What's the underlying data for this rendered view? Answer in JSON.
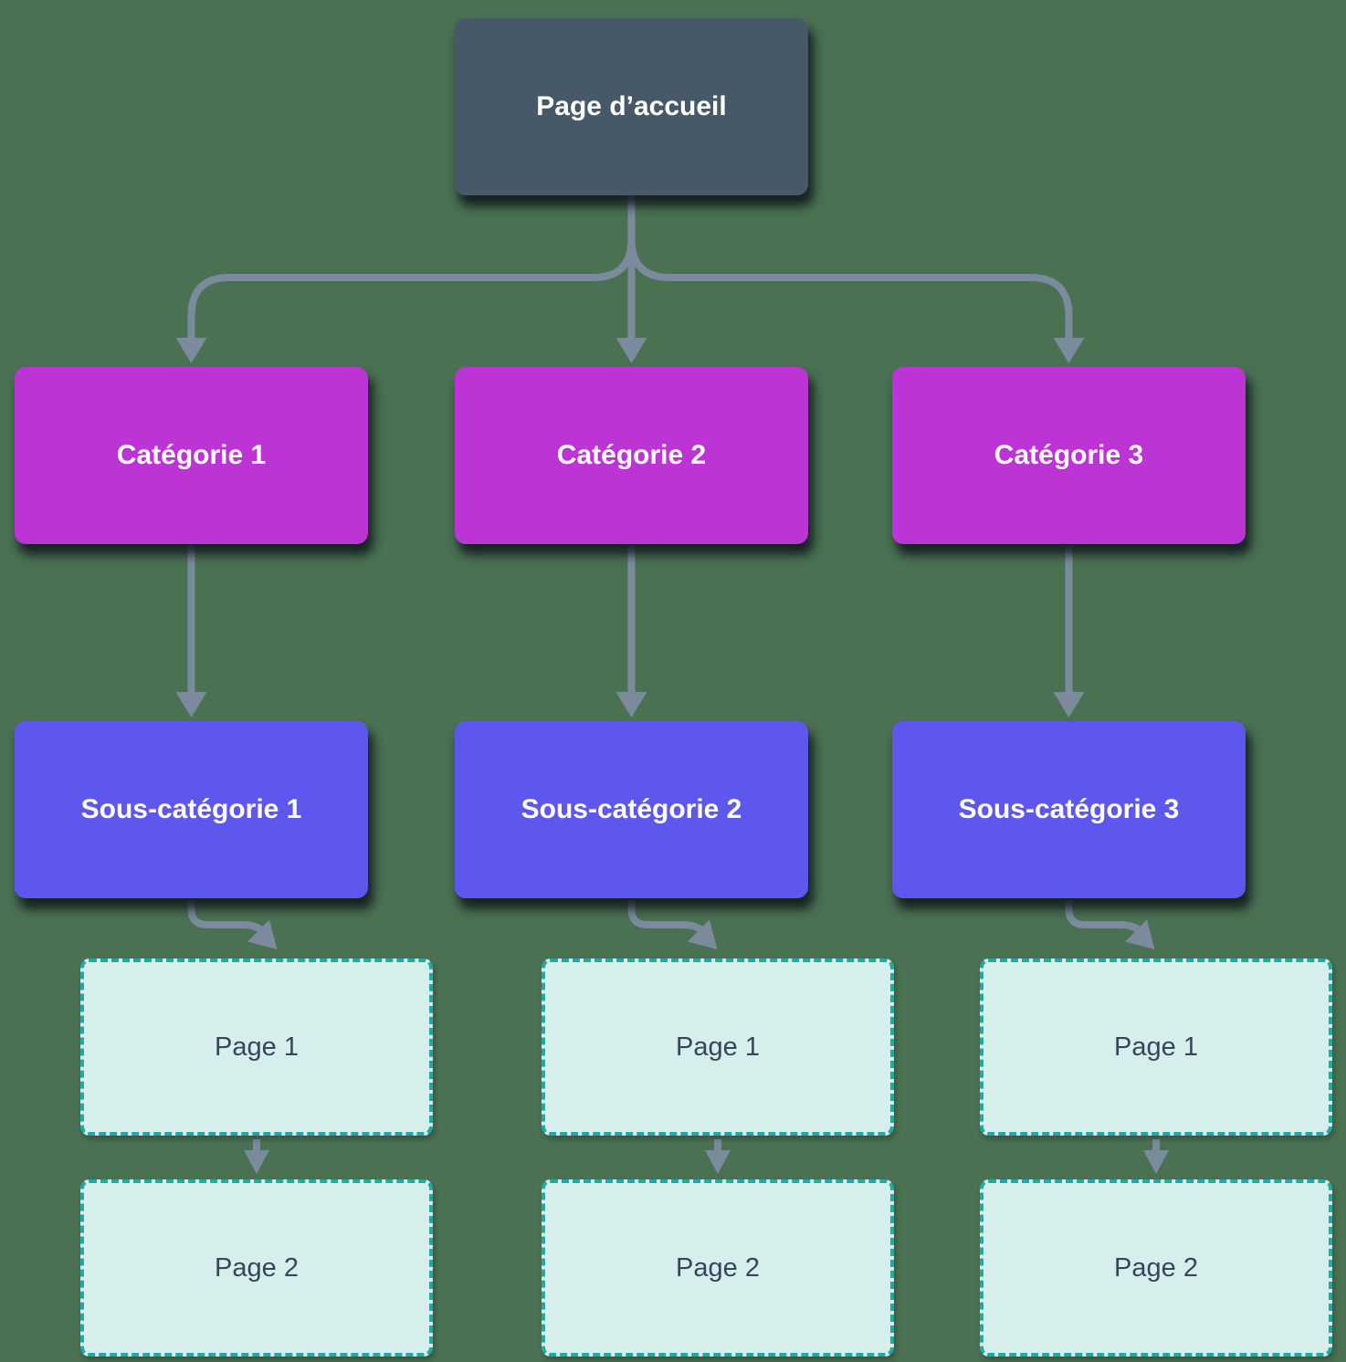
{
  "home": {
    "label": "Page d’accueil"
  },
  "columns": [
    {
      "category": {
        "label": "Catégorie 1"
      },
      "subcategory": {
        "label": "Sous-catégorie 1"
      },
      "pages": [
        {
          "label": "Page 1"
        },
        {
          "label": "Page 2"
        }
      ]
    },
    {
      "category": {
        "label": "Catégorie 2"
      },
      "subcategory": {
        "label": "Sous-catégorie 2"
      },
      "pages": [
        {
          "label": "Page 1"
        },
        {
          "label": "Page 2"
        }
      ]
    },
    {
      "category": {
        "label": "Catégorie 3"
      },
      "subcategory": {
        "label": "Sous-catégorie 3"
      },
      "pages": [
        {
          "label": "Page 1"
        },
        {
          "label": "Page 2"
        }
      ]
    }
  ],
  "colors": {
    "background": "#4a7152",
    "home_fill": "#475868",
    "category_fill": "#bc34d3",
    "subcategory_fill": "#5e57ee",
    "page_fill": "#d6eeec",
    "page_border": "#21aaa5",
    "page_text": "#36465a",
    "node_text": "#ffffff",
    "connector": "#7b8a9d"
  }
}
